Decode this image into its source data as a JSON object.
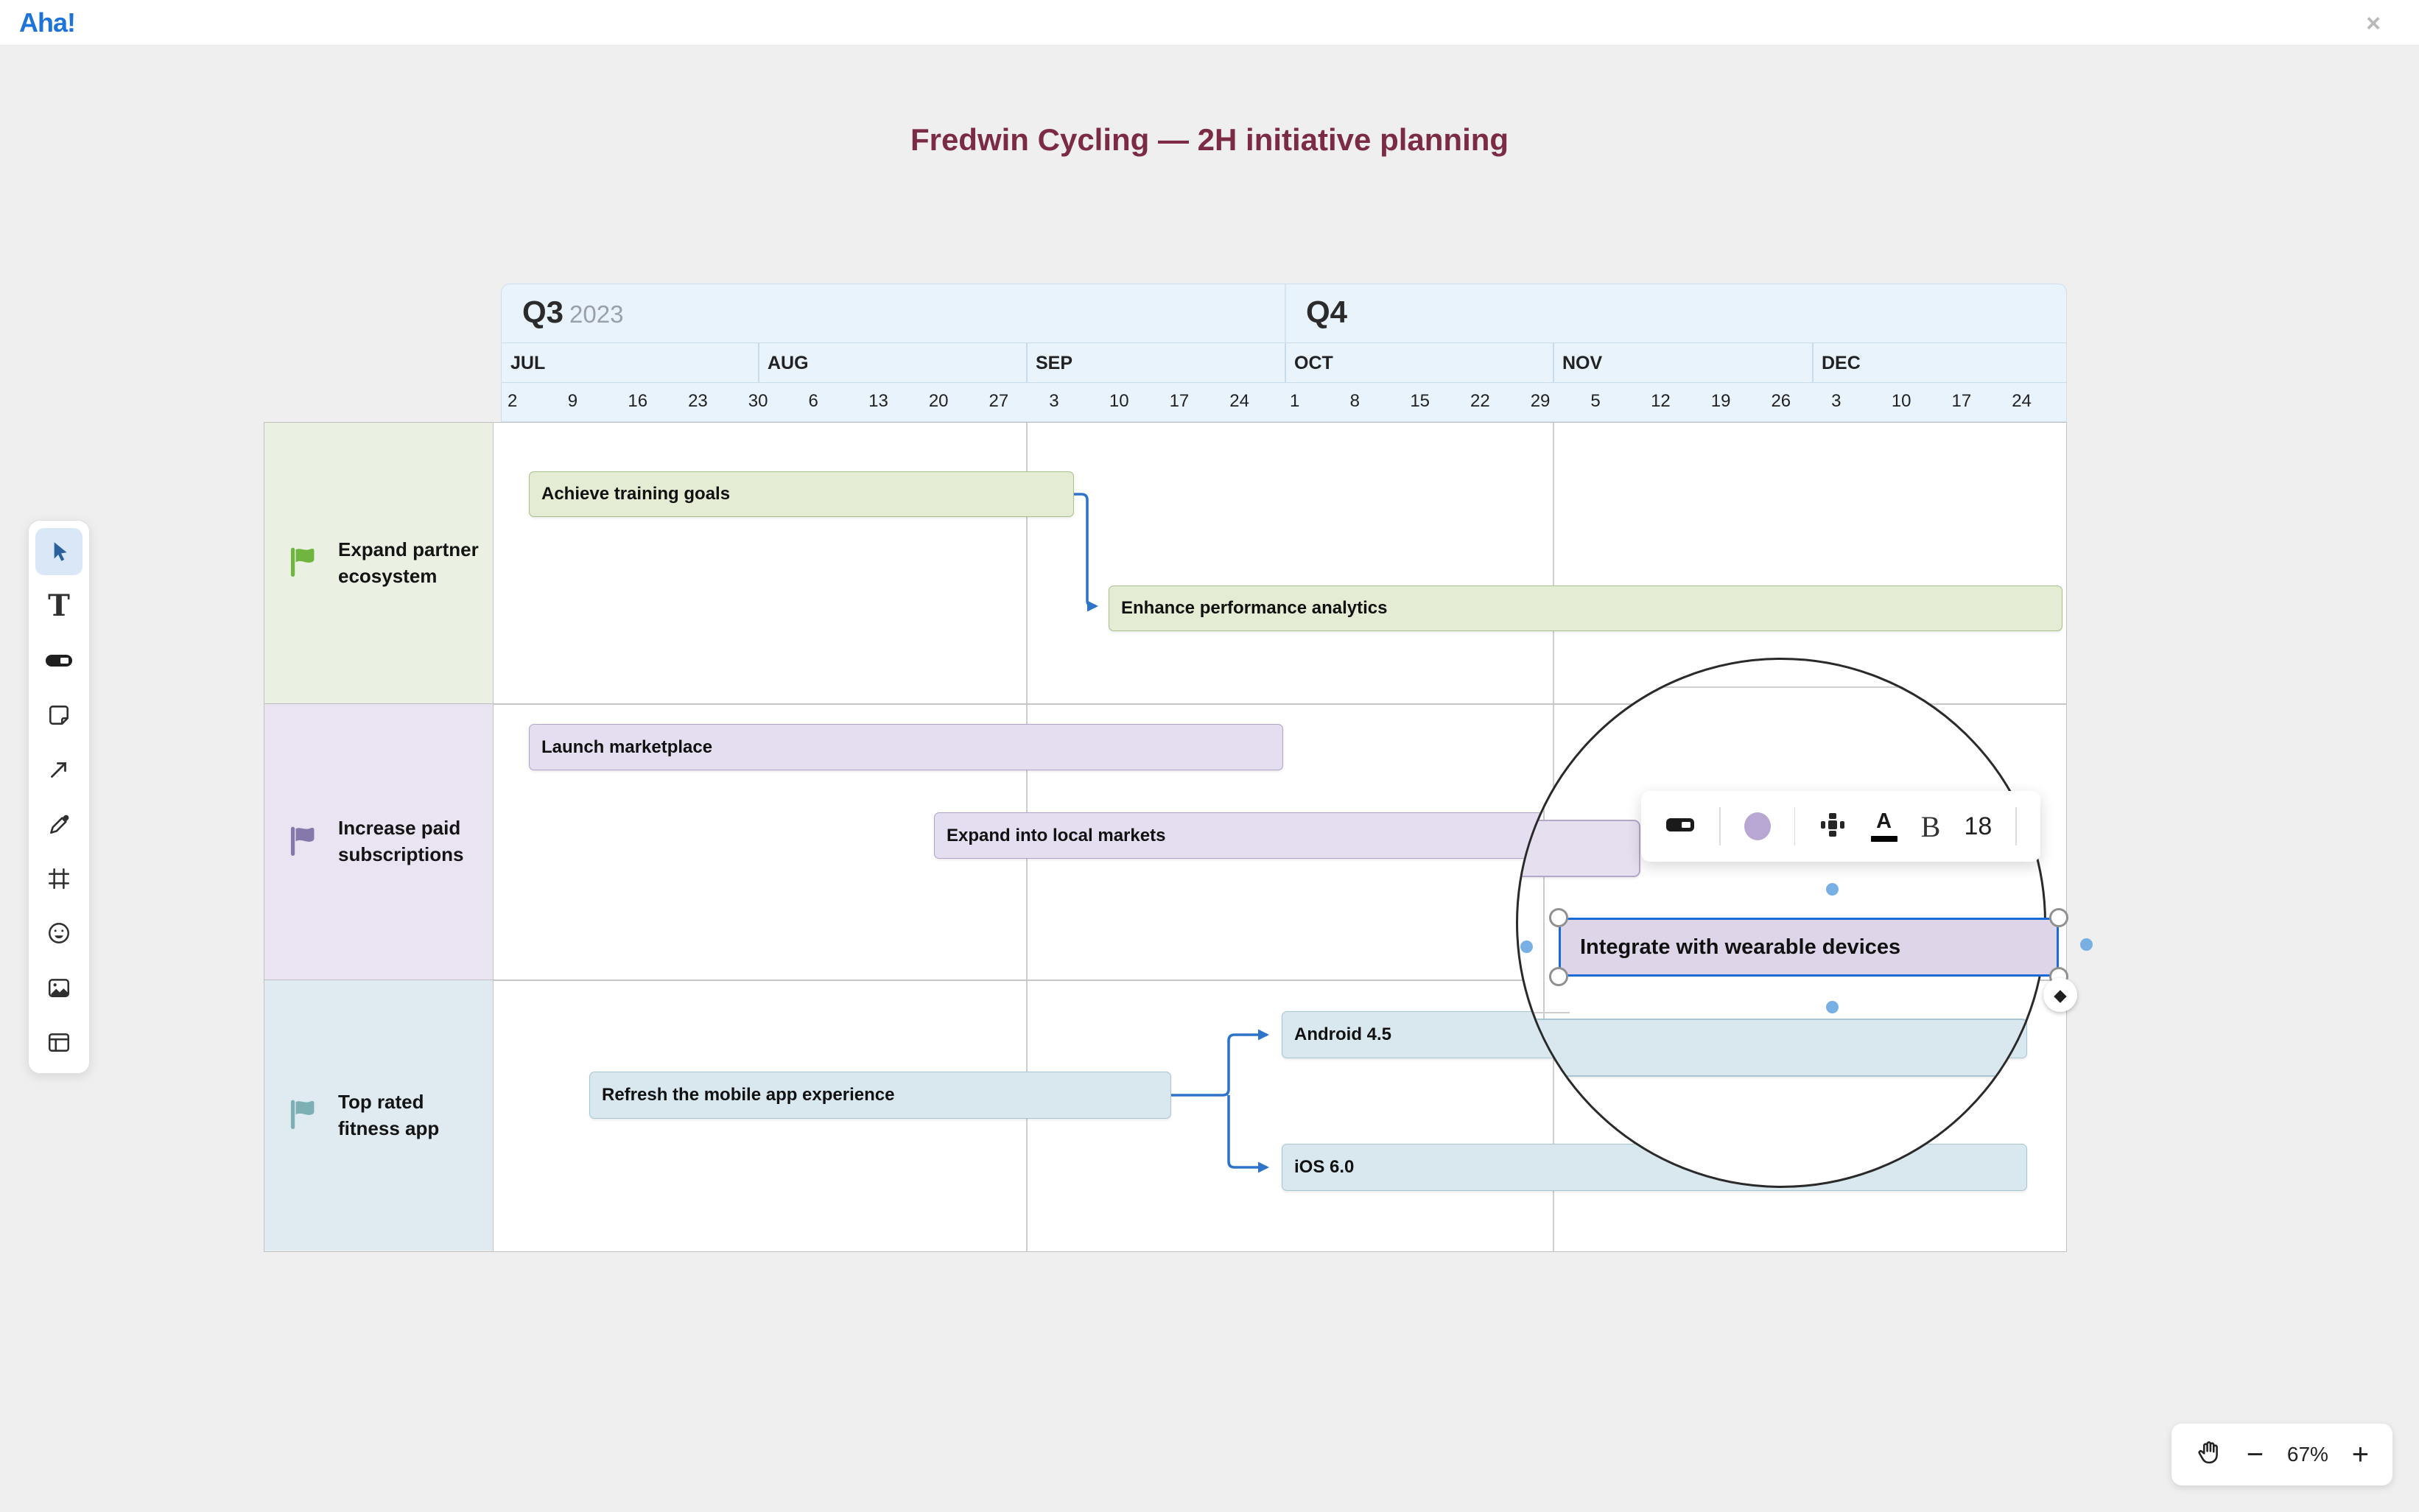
{
  "topbar": {
    "logo": "Aha!",
    "close_icon": "×"
  },
  "title": "Fredwin Cycling — 2H initiative planning",
  "timeline": {
    "q3": "Q3",
    "q3_year": "2023",
    "q4": "Q4",
    "months": [
      "JUL",
      "AUG",
      "SEP",
      "OCT",
      "NOV",
      "DEC"
    ],
    "weeks": [
      "2",
      "9",
      "16",
      "23",
      "30",
      "6",
      "13",
      "20",
      "27",
      "3",
      "10",
      "17",
      "24",
      "1",
      "8",
      "15",
      "22",
      "29",
      "5",
      "12",
      "19",
      "26",
      "3",
      "10",
      "17",
      "24"
    ]
  },
  "lanes": [
    {
      "label": "Expand partner ecosystem",
      "flag_color": "#6fb53f",
      "theme": "green"
    },
    {
      "label": "Increase paid subscriptions",
      "flag_color": "#8678ab",
      "theme": "purple"
    },
    {
      "label": "Top rated fitness app",
      "flag_color": "#7cb0b5",
      "theme": "blue"
    }
  ],
  "bars": [
    {
      "label": "Achieve training goals",
      "theme": "green"
    },
    {
      "label": "Enhance performance analytics",
      "theme": "green"
    },
    {
      "label": "Launch marketplace",
      "theme": "purple"
    },
    {
      "label": "Expand into local markets",
      "theme": "purple"
    },
    {
      "label": "Integrate with wearable devices",
      "theme": "purple",
      "state": "selected"
    },
    {
      "label": "Refresh the mobile app experience",
      "theme": "blue"
    },
    {
      "label": "Android 4.5",
      "theme": "blue"
    },
    {
      "label": "iOS 6.0",
      "theme": "blue"
    }
  ],
  "sidebar_tools": [
    "select",
    "text",
    "shape-pill",
    "sticky-note",
    "arrow",
    "pen",
    "frame",
    "emoji",
    "image",
    "template"
  ],
  "format_toolbar": {
    "items": [
      "pill-shape",
      "fill-color",
      "padding",
      "text-color",
      "bold",
      "font-size"
    ],
    "text_color_label": "A",
    "bold_label": "B",
    "font_size": "18",
    "swatch_color": "#b9a7d3"
  },
  "magnifier": {
    "diamond_icon": "◆"
  },
  "zoom_controls": {
    "minus": "−",
    "zoom_level": "67%",
    "plus": "+"
  },
  "colors": {
    "accent_blue": "#2e74c9",
    "selection_blue": "#1a6bd7",
    "title_maroon": "#7c2b44",
    "logo_blue": "#1e73d8",
    "green_bar": "#e4ecd3",
    "purple_bar": "#e5def0",
    "blue_bar": "#d9e8ee",
    "header_bg": "#e9f3fc"
  }
}
